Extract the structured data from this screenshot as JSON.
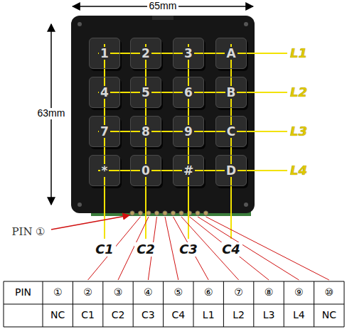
{
  "diagram": {
    "nodes": [
      {
        "text": [
          "1"
        ]
      },
      {
        "text": [
          "2"
        ]
      },
      {
        "text": [
          "3"
        ]
      },
      {
        "text": [
          "A"
        ]
      },
      {
        "text": [
          "4"
        ]
      },
      {
        "text": [
          "5"
        ]
      },
      {
        "text": [
          "6"
        ]
      },
      {
        "text": [
          "B"
        ]
      },
      {
        "text": [
          "7"
        ]
      },
      {
        "text": [
          "8"
        ]
      },
      {
        "text": [
          "9"
        ]
      },
      {
        "text": [
          "C"
        ]
      },
      {
        "text": [
          "*"
        ]
      },
      {
        "text": [
          "0"
        ]
      },
      {
        "text": [
          "#"
        ]
      },
      {
        "text": [
          "D"
        ]
      }
    ],
    "labels": [
      "65mm",
      "63mm",
      "L1",
      "L2",
      "L3",
      "L4",
      "C1",
      "C2",
      "C3",
      "C4",
      "PIN ①",
      "PIN",
      "①",
      "②",
      "③",
      "④",
      "⑤",
      "⑥",
      "⑦",
      "⑧",
      "⑨",
      "⑩",
      "NC",
      "C1",
      "C2",
      "C3",
      "C4",
      "L1",
      "L2",
      "L3",
      "L4",
      "NC"
    ]
  }
}
